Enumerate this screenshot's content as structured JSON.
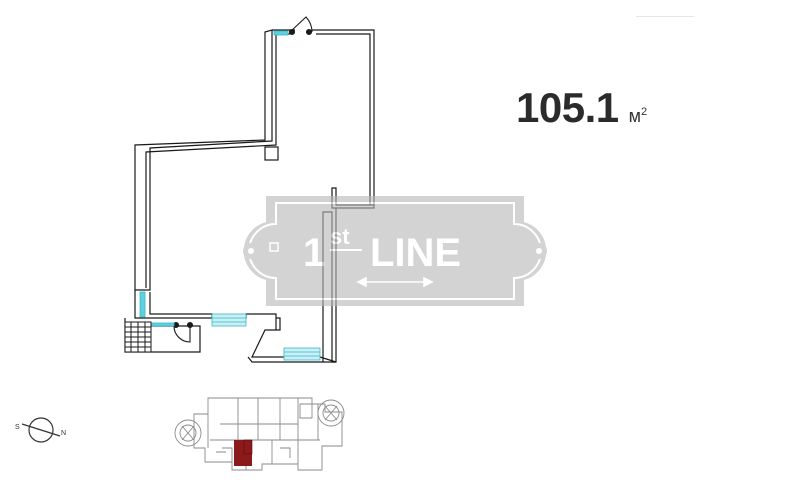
{
  "area": {
    "value": "105.1",
    "unit": "м",
    "unit_sup": "2"
  },
  "watermark": {
    "brand_digit": "1",
    "brand_sup": "st",
    "brand_word": "LINE",
    "color": "#b9b9b9"
  },
  "compass": {
    "south": "S",
    "north": "N"
  },
  "colors": {
    "walls": "#1a1a1a",
    "window": "#5fd0e0",
    "highlight_unit": "#8b1a1a",
    "minimap_lines": "#8a8a8a"
  }
}
